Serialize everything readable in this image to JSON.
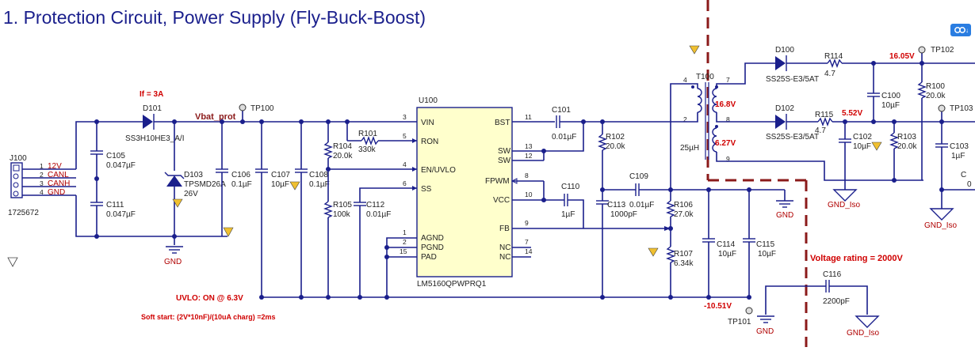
{
  "title": "1. Protection Circuit, Power Supply (Fly-Buck-Boost)",
  "colors": {
    "wire": "#1a1f8c",
    "annotation": "#d00000",
    "boundary": "#8b1a1a"
  },
  "nets": {
    "vbat": "Vbat_prot",
    "gnd": "GND",
    "gnd_iso": "GND_Iso"
  },
  "connector": {
    "ref": "J100",
    "part": "1725672",
    "pins": [
      {
        "num": "1",
        "name": "12V"
      },
      {
        "num": "2",
        "name": "CANL"
      },
      {
        "num": "3",
        "name": "CANH"
      },
      {
        "num": "4",
        "name": "GND"
      }
    ]
  },
  "ic": {
    "ref": "U100",
    "part": "LM5160QPWPRQ1",
    "left_pins": [
      {
        "num": "3",
        "name": "VIN"
      },
      {
        "num": "5",
        "name": "RON"
      },
      {
        "num": "4",
        "name": "EN/UVLO"
      },
      {
        "num": "6",
        "name": "SS"
      },
      {
        "num": "1",
        "name": "AGND"
      },
      {
        "num": "2",
        "name": "PGND"
      },
      {
        "num": "15",
        "name": "PAD"
      }
    ],
    "right_pins": [
      {
        "num": "11",
        "name": "BST"
      },
      {
        "num": "13",
        "name": "SW"
      },
      {
        "num": "12",
        "name": "SW"
      },
      {
        "num": "8",
        "name": "FPWM"
      },
      {
        "num": "10",
        "name": "VCC"
      },
      {
        "num": "9",
        "name": "FB"
      },
      {
        "num": "7",
        "name": "NC"
      },
      {
        "num": "14",
        "name": "NC"
      }
    ]
  },
  "transformer": {
    "ref": "T100",
    "inductance": "25µH",
    "pins": [
      "4",
      "7",
      "2",
      "8",
      "9"
    ]
  },
  "components": {
    "D101": {
      "ref": "D101",
      "value": "SS3H10HE3_A/I"
    },
    "D103": {
      "ref": "D103",
      "value": "TPSMD26A",
      "extra": "26V"
    },
    "C105": {
      "ref": "C105",
      "value": "0.047µF"
    },
    "C111": {
      "ref": "C111",
      "value": "0.047µF"
    },
    "C106": {
      "ref": "C106",
      "value": "0.1µF"
    },
    "C107": {
      "ref": "C107",
      "value": "10µF"
    },
    "C108": {
      "ref": "C108",
      "value": "0.1µF"
    },
    "R101": {
      "ref": "R101",
      "value": "330k"
    },
    "R104": {
      "ref": "R104",
      "value": "20.0k"
    },
    "R105": {
      "ref": "R105",
      "value": "100k"
    },
    "C112": {
      "ref": "C112",
      "value": "0.01µF"
    },
    "C101": {
      "ref": "C101",
      "value": "0.01µF"
    },
    "R102": {
      "ref": "R102",
      "value": "20.0k"
    },
    "C110": {
      "ref": "C110",
      "value": "1µF"
    },
    "C109": {
      "ref": "C109",
      "value": "0.01µF"
    },
    "C113": {
      "ref": "C113",
      "value": "1000pF"
    },
    "R106": {
      "ref": "R106",
      "value": "27.0k"
    },
    "R107": {
      "ref": "R107",
      "value": "6.34k"
    },
    "C114": {
      "ref": "C114",
      "value": "10µF"
    },
    "C115": {
      "ref": "C115",
      "value": "10µF"
    },
    "C116": {
      "ref": "C116",
      "value": "2200pF"
    },
    "D100": {
      "ref": "D100",
      "value": "SS25S-E3/5AT"
    },
    "D102": {
      "ref": "D102",
      "value": "SS25S-E3/5AT"
    },
    "R114": {
      "ref": "R114",
      "value": "4.7"
    },
    "R115": {
      "ref": "R115",
      "value": "4.7"
    },
    "C100": {
      "ref": "C100",
      "value": "10µF"
    },
    "C102": {
      "ref": "C102",
      "value": "10µF"
    },
    "R100": {
      "ref": "R100",
      "value": "20.0k"
    },
    "R103": {
      "ref": "R103",
      "value": "20.0k"
    },
    "C103": {
      "ref": "C103",
      "value": "1µF"
    },
    "C104": {
      "ref": "C",
      "value": "0"
    }
  },
  "test_points": [
    "TP100",
    "TP101",
    "TP102",
    "TP103"
  ],
  "annotations": {
    "if_current": "If = 3A",
    "uvlo": "UVLO: ON @ 6.3V",
    "soft_start": "Soft start: (2V*10nF)/(10uA charg) =2ms",
    "v_out_top": "16.05V",
    "v_16_8": "16.8V",
    "v_5_52": "5.52V",
    "v_6_27": "6.27V",
    "v_neg": "-10.51V",
    "voltage_rating": "Voltage rating = 2000V"
  }
}
